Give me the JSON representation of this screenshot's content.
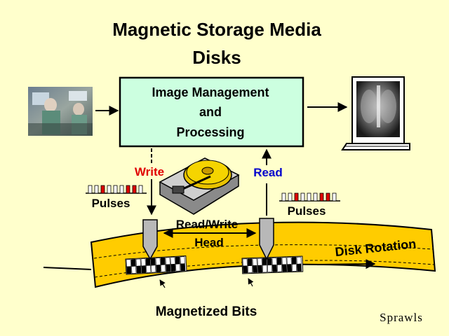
{
  "title": {
    "line1": "Magnetic Storage Media",
    "line2": "Disks"
  },
  "processor": {
    "line1": "Image Management",
    "line2": "and",
    "line3": "Processing"
  },
  "labels": {
    "write": "Write",
    "read": "Read",
    "pulses_write": "Pulses",
    "pulses_read": "Pulses",
    "head_line1": "Read/Write",
    "head_line2": "Head",
    "disk_rotation": "Disk Rotation",
    "magnetized_bits": "Magnetized Bits",
    "credit": "Sprawls"
  },
  "colors": {
    "background": "#ffffcc",
    "processor_box": "#ccffe0",
    "disk_band": "#ffcc00",
    "write": "#e00000",
    "read": "#0000cc",
    "text": "#000000"
  },
  "icons": {
    "source": "medical-imaging-room-photo",
    "disk": "hard-drive-icon",
    "display": "chest-xray-monitor-icon"
  },
  "write_pulse_pattern": [
    0,
    0,
    1,
    0,
    0,
    0,
    1,
    1,
    0
  ],
  "read_pulse_pattern": [
    0,
    0,
    1,
    0,
    0,
    0,
    1,
    1,
    0
  ],
  "left_bit_pattern": [
    0,
    1,
    0,
    0,
    1,
    1,
    0,
    1,
    0,
    0,
    1,
    0
  ],
  "right_bit_pattern": [
    0,
    1,
    0,
    0,
    1,
    1,
    0,
    1,
    0,
    0,
    1,
    0
  ]
}
